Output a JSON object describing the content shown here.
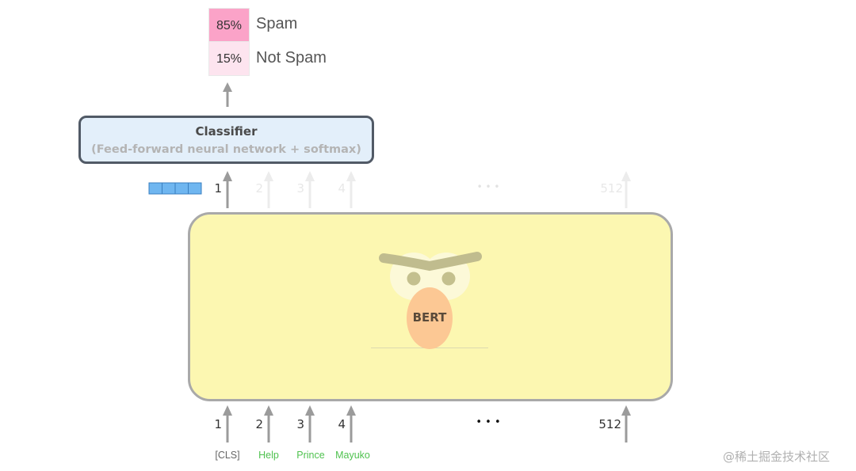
{
  "output": {
    "spam_percent": "85%",
    "spam_label": "Spam",
    "notspam_percent": "15%",
    "notspam_label": "Not Spam",
    "colors": {
      "spam": "#fba3c8",
      "not_spam": "#fde4ef"
    }
  },
  "classifier": {
    "title": "Classifier",
    "subtitle": "(Feed-forward neural network + softmax)"
  },
  "bert": {
    "label": "BERT"
  },
  "output_positions": {
    "first": "1",
    "p2": "2",
    "p3": "3",
    "p4": "4",
    "ellipsis": "• • •",
    "last": "512"
  },
  "input_positions": {
    "first": "1",
    "p2": "2",
    "p3": "3",
    "p4": "4",
    "ellipsis": "• • •",
    "last": "512"
  },
  "tokens": {
    "t1": "[CLS]",
    "t2": "Help",
    "t3": "Prince",
    "t4": "Mayuko"
  },
  "watermark": "@稀土掘金技术社区"
}
